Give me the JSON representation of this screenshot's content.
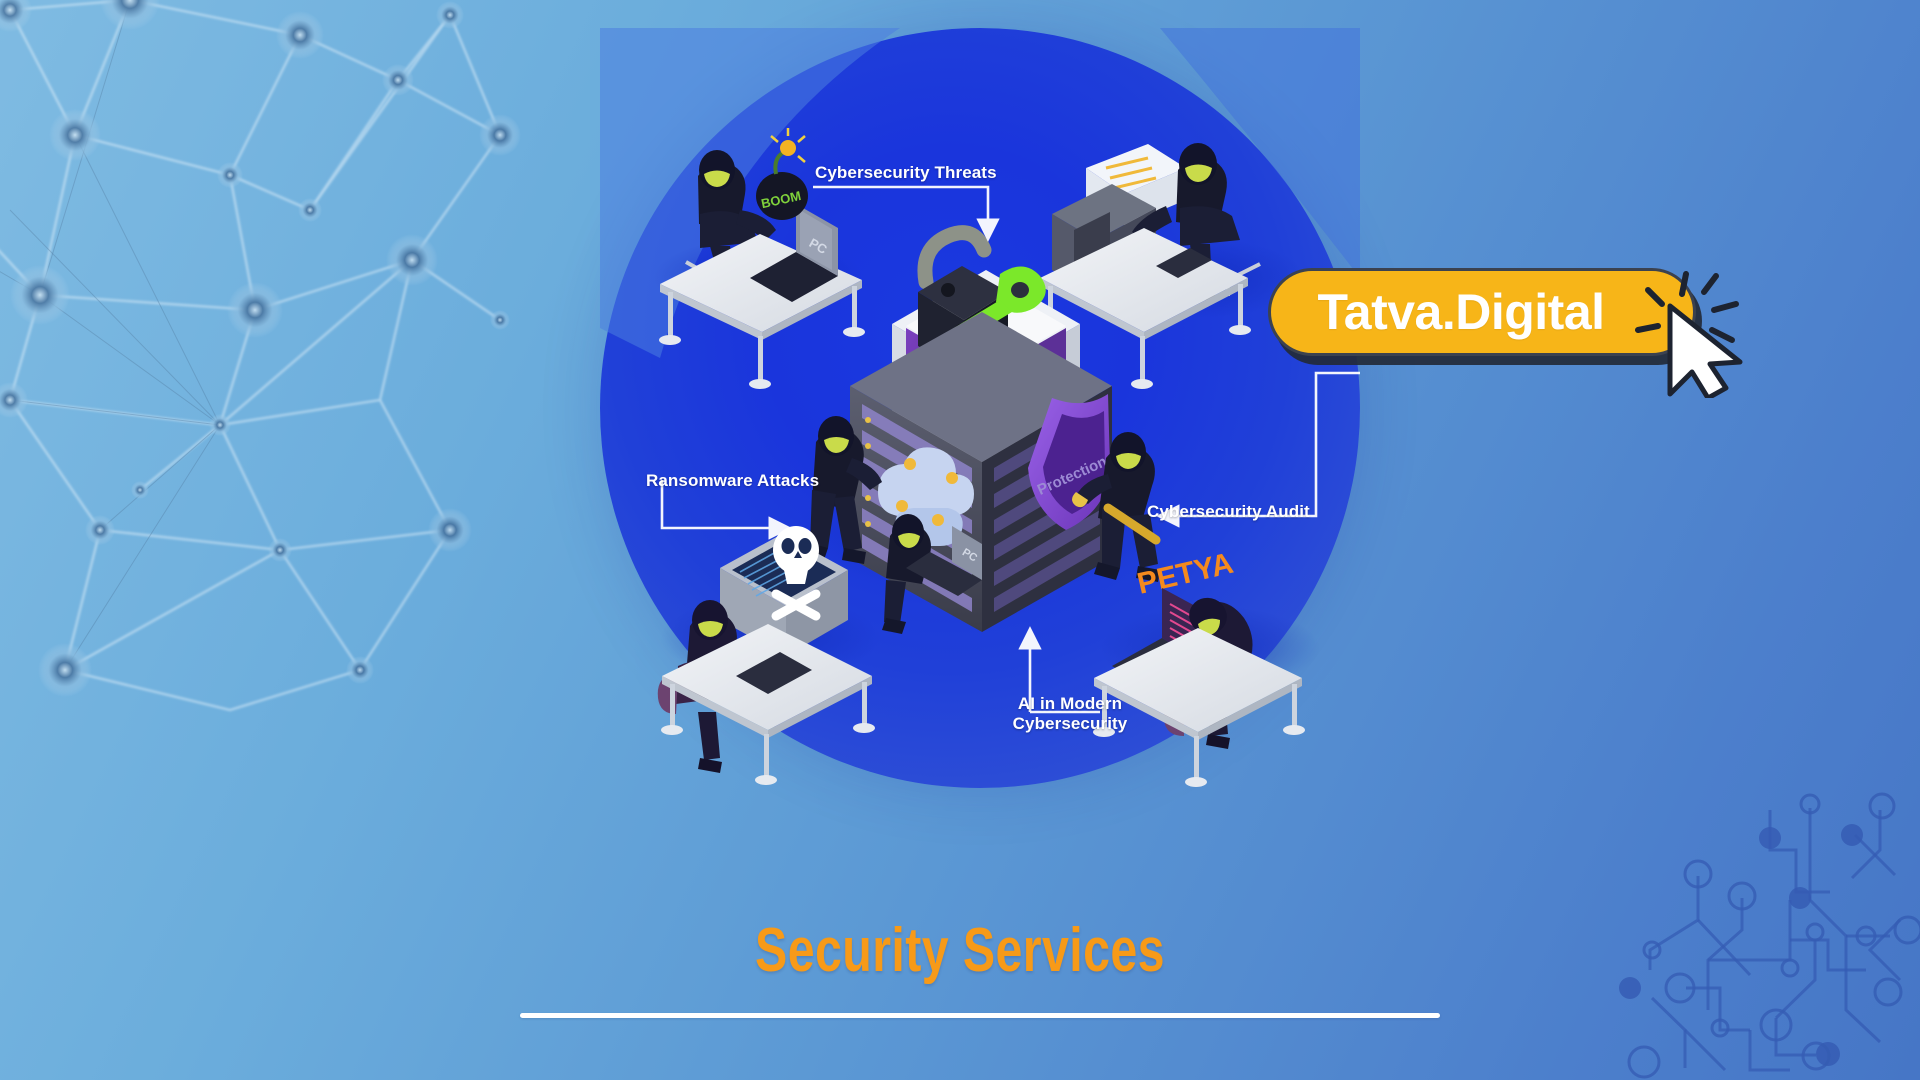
{
  "page": {
    "title": "Security Services",
    "background_colors": {
      "top_left": "#7FBBE2",
      "bottom_right": "#4676C6",
      "circle_center": "#1A39E0",
      "circle_edge": "#3A62D8",
      "accent_orange": "#F79A18",
      "accent_yellow": "#F7B518",
      "outline_dark": "#3B4250"
    }
  },
  "cta": {
    "label": "Tatva.Digital",
    "icon": "click-cursor-icon"
  },
  "illustration": {
    "labels": {
      "threats": "Cybersecurity Threats",
      "ransomware": "Ransomware Attacks",
      "audit": "Cybersecurity Audit",
      "ai_line1": "AI in Modern",
      "ai_line2": "Cybersecurity"
    },
    "inline_text": {
      "bomb": "BOOM",
      "laptop_top_left": "PC",
      "laptop_center": "PC",
      "shield": "Protection",
      "ransom_banner": "PETYA"
    }
  },
  "decorations": {
    "left_pattern": "network-nodes-pattern",
    "right_pattern": "circuit-board-pattern"
  }
}
